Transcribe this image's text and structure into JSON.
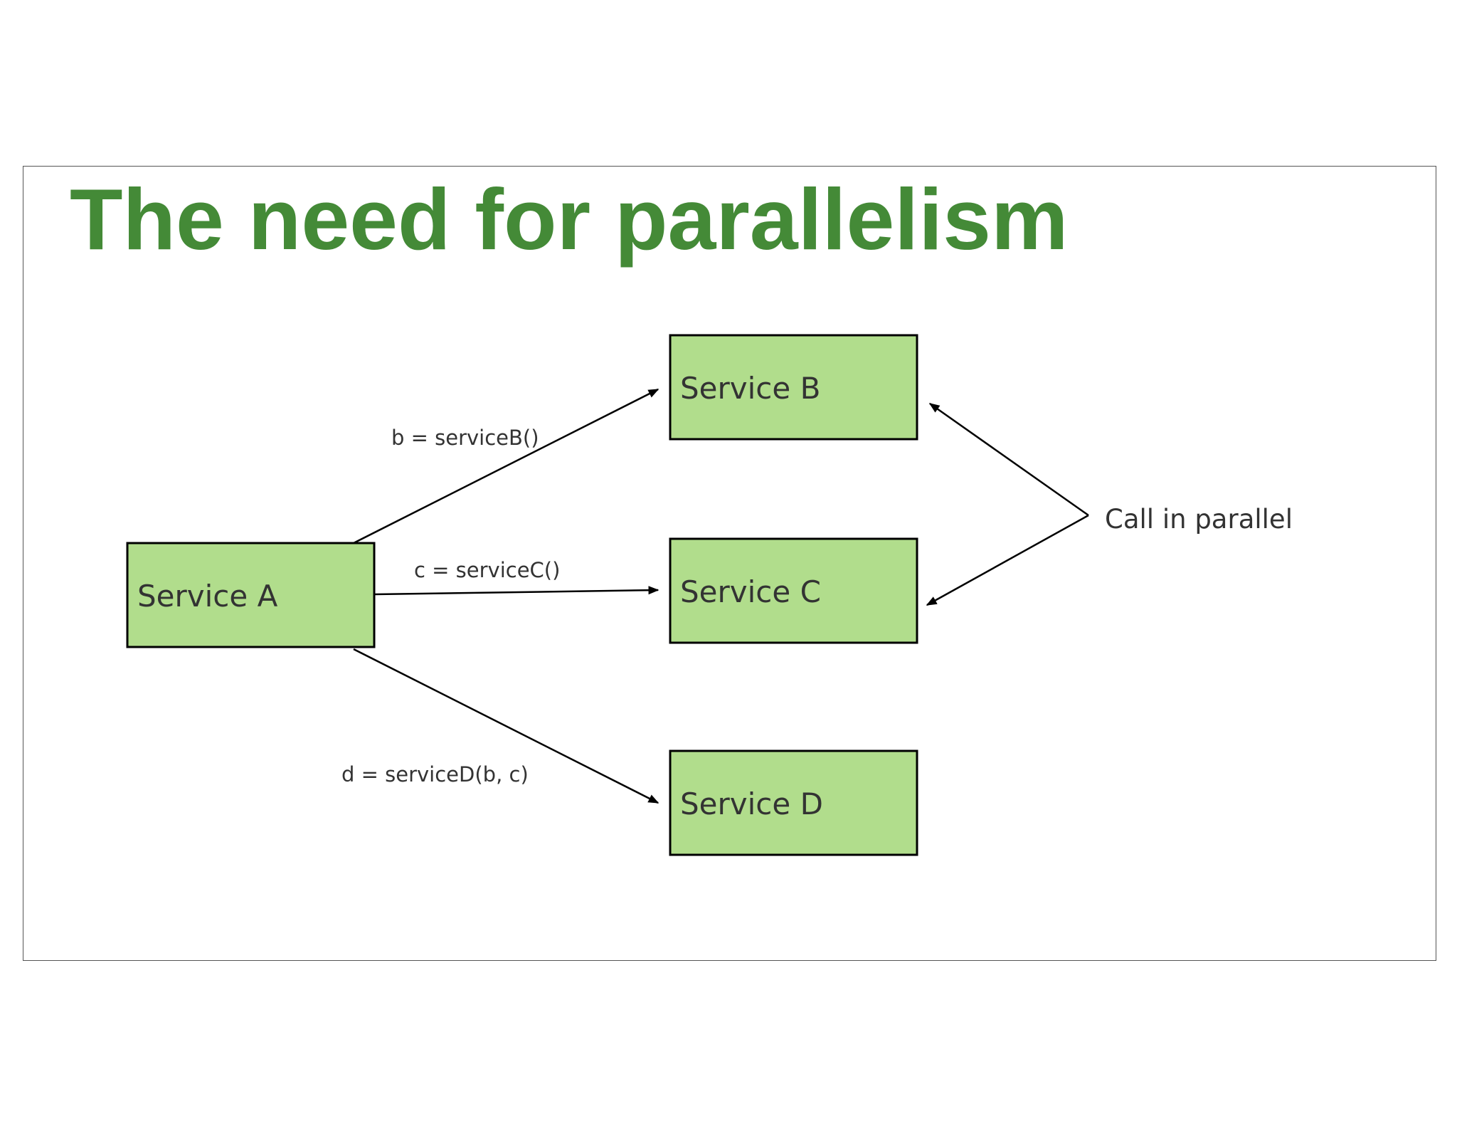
{
  "slide": {
    "title": "The need for parallelism"
  },
  "colors": {
    "title": "#448a37",
    "box_fill": "#b1dd8c",
    "box_stroke": "#000000",
    "text": "#333333"
  },
  "diagram": {
    "nodes": [
      {
        "id": "service-a",
        "label": "Service A"
      },
      {
        "id": "service-b",
        "label": "Service B"
      },
      {
        "id": "service-c",
        "label": "Service C"
      },
      {
        "id": "service-d",
        "label": "Service D"
      }
    ],
    "edges": [
      {
        "from": "service-a",
        "to": "service-b",
        "label": "b = serviceB()"
      },
      {
        "from": "service-a",
        "to": "service-c",
        "label": "c = serviceC()"
      },
      {
        "from": "service-a",
        "to": "service-d",
        "label": "d = serviceD(b, c)"
      }
    ],
    "annotation": {
      "label": "Call in parallel",
      "targets": [
        "service-b",
        "service-c"
      ]
    }
  }
}
